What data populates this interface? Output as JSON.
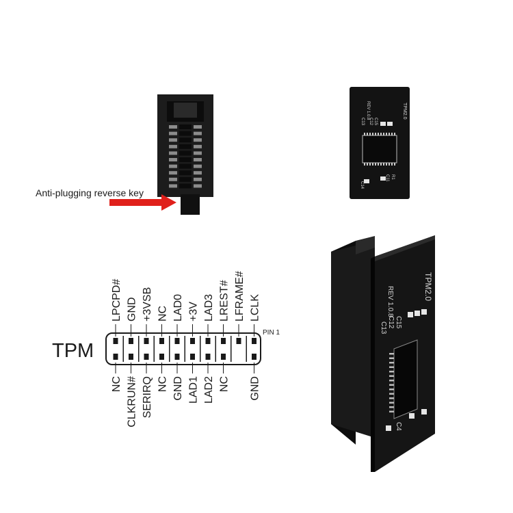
{
  "callout": {
    "text": "Anti-plugging reverse key"
  },
  "board_silkscreen": {
    "name": "TPM2.0",
    "revision": "REV 1.0.8",
    "refs": [
      "C15",
      "C12",
      "C13",
      "R1",
      "C11",
      "C14",
      "C4"
    ]
  },
  "pinout": {
    "header_label": "TPM",
    "pin1_label": "PIN 1",
    "top_row": [
      "LPCPD#",
      "GND",
      "+3VSB",
      "NC",
      "LAD0",
      "+3V",
      "LAD3",
      "LREST#",
      "LFRAME#",
      "LCLK"
    ],
    "bottom_row": [
      "NC",
      "CLKRUN#",
      "SERIRQ",
      "NC",
      "GND",
      "LAD1",
      "LAD2",
      "NC",
      "",
      "GND"
    ]
  },
  "colors": {
    "pcb": "#141414",
    "arrow": "#e0201b",
    "silkscreen": "#d9d9d9"
  }
}
